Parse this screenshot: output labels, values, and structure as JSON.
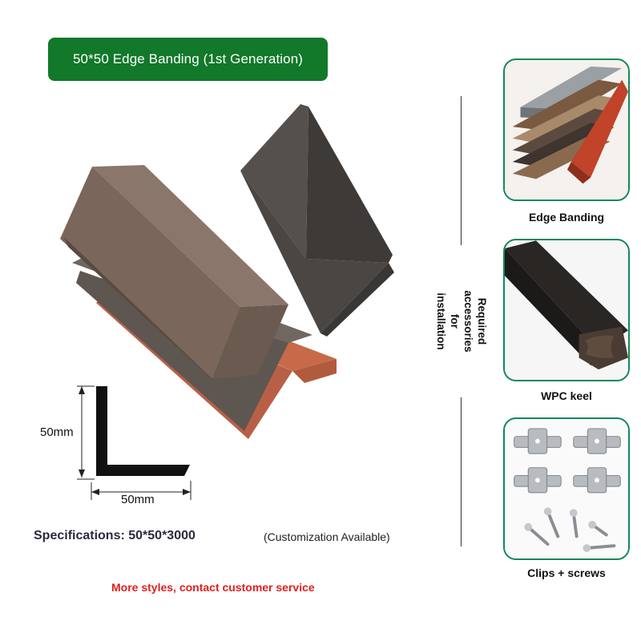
{
  "header": {
    "title": "50*50 Edge Banding (1st Generation)"
  },
  "product": {
    "image": "edge-banding-samples-photo"
  },
  "dimensions": {
    "height": "50mm",
    "width": "50mm"
  },
  "specs": {
    "specifications": "Specifications: 50*50*3000",
    "customization": "(Customization Available)",
    "contact": "More styles, contact customer service"
  },
  "accessories": {
    "heading": "Required accessories for installation",
    "items": [
      {
        "label": "Edge Banding",
        "image": "edge-banding-icon"
      },
      {
        "label": "WPC keel",
        "image": "wpc-keel-icon"
      },
      {
        "label": "Clips + screws",
        "image": "clips-screws-icon"
      }
    ]
  },
  "colors": {
    "badge": "#12782a",
    "card_border": "#12885a",
    "contact_text": "#e0201e",
    "specs_text": "#2a2a3e"
  }
}
